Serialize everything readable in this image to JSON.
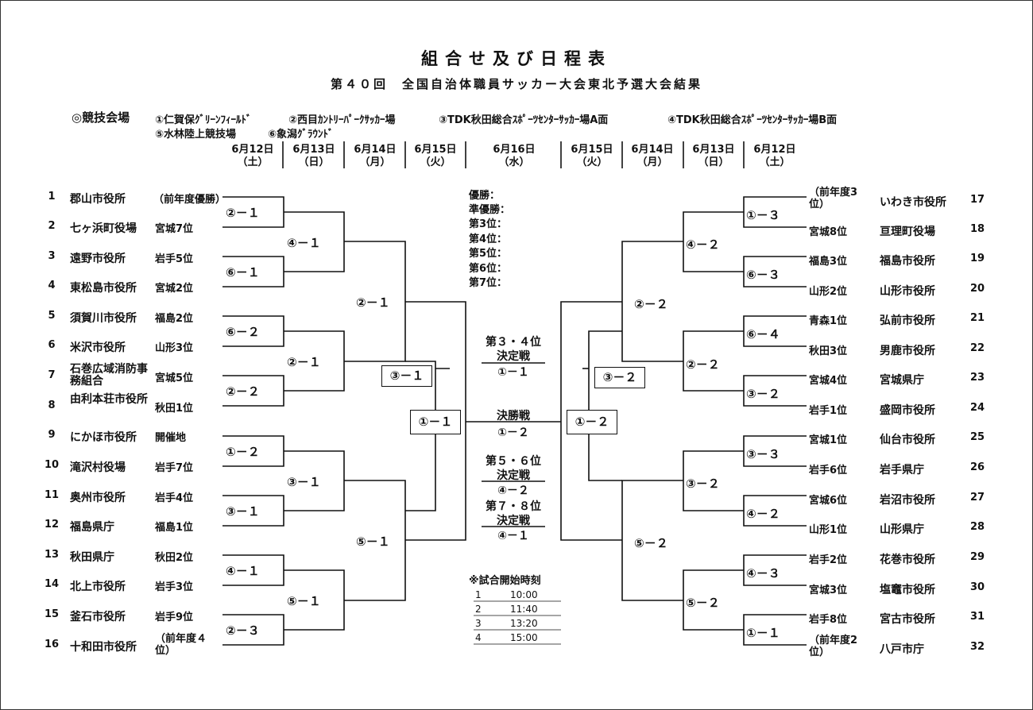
{
  "title": "組合せ及び日程表",
  "subtitle": "第４０回　全国自治体職員サッカー大会東北予選大会結果",
  "venues": {
    "label": "◎競技会場",
    "items": [
      "①仁賀保ｸﾞﾘｰﾝﾌｨｰﾙﾄﾞ",
      "②西目ｶﾝﾄﾘｰﾊﾟｰｸｻｯｶｰ場",
      "③TDK秋田総合ｽﾎﾟｰﾂｾﾝﾀｰｻｯｶｰ場A面",
      "④TDK秋田総合ｽﾎﾟｰﾂｾﾝﾀｰｻｯｶｰ場B面",
      "⑤水林陸上競技場",
      "⑥象潟ｸﾞﾗｳﾝﾄﾞ"
    ]
  },
  "days": [
    {
      "date": "6月12日",
      "dow": "（土）"
    },
    {
      "date": "6月13日",
      "dow": "（日）"
    },
    {
      "date": "6月14日",
      "dow": "（月）"
    },
    {
      "date": "6月15日",
      "dow": "（火）"
    },
    {
      "date": "6月16日",
      "dow": "（水）"
    },
    {
      "date": "6月15日",
      "dow": "（火）"
    },
    {
      "date": "6月14日",
      "dow": "（月）"
    },
    {
      "date": "6月13日",
      "dow": "（日）"
    },
    {
      "date": "6月12日",
      "dow": "（土）"
    }
  ],
  "left_teams": [
    {
      "num": "1",
      "team": "郡山市役所",
      "seed": "（前年度優勝）"
    },
    {
      "num": "2",
      "team": "七ヶ浜町役場",
      "seed": "宮城7位"
    },
    {
      "num": "3",
      "team": "遠野市役所",
      "seed": "岩手5位"
    },
    {
      "num": "4",
      "team": "東松島市役所",
      "seed": "宮城2位"
    },
    {
      "num": "5",
      "team": "須賀川市役所",
      "seed": "福島2位"
    },
    {
      "num": "6",
      "team": "米沢市役所",
      "seed": "山形3位"
    },
    {
      "num": "7",
      "team": "石巻広域消防事務組合",
      "seed": "宮城5位"
    },
    {
      "num": "8",
      "team": "由利本荘市役所",
      "seed": "秋田1位"
    },
    {
      "num": "9",
      "team": "にかほ市役所",
      "seed": "開催地"
    },
    {
      "num": "10",
      "team": "滝沢村役場",
      "seed": "岩手7位"
    },
    {
      "num": "11",
      "team": "奥州市役所",
      "seed": "岩手4位"
    },
    {
      "num": "12",
      "team": "福島県庁",
      "seed": "福島1位"
    },
    {
      "num": "13",
      "team": "秋田県庁",
      "seed": "秋田2位"
    },
    {
      "num": "14",
      "team": "北上市役所",
      "seed": "岩手3位"
    },
    {
      "num": "15",
      "team": "釜石市役所",
      "seed": "岩手9位"
    },
    {
      "num": "16",
      "team": "十和田市役所",
      "seed": "（前年度４位）"
    }
  ],
  "right_teams": [
    {
      "num": "17",
      "team": "いわき市役所",
      "seed": "（前年度3位）"
    },
    {
      "num": "18",
      "team": "亘理町役場",
      "seed": "宮城8位"
    },
    {
      "num": "19",
      "team": "福島市役所",
      "seed": "福島3位"
    },
    {
      "num": "20",
      "team": "山形市役所",
      "seed": "山形2位"
    },
    {
      "num": "21",
      "team": "弘前市役所",
      "seed": "青森1位"
    },
    {
      "num": "22",
      "team": "男鹿市役所",
      "seed": "秋田3位"
    },
    {
      "num": "23",
      "team": "宮城県庁",
      "seed": "宮城4位"
    },
    {
      "num": "24",
      "team": "盛岡市役所",
      "seed": "岩手1位"
    },
    {
      "num": "25",
      "team": "仙台市役所",
      "seed": "宮城1位"
    },
    {
      "num": "26",
      "team": "岩手県庁",
      "seed": "岩手6位"
    },
    {
      "num": "27",
      "team": "岩沼市役所",
      "seed": "宮城6位"
    },
    {
      "num": "28",
      "team": "山形県庁",
      "seed": "山形1位"
    },
    {
      "num": "29",
      "team": "花巻市役所",
      "seed": "岩手2位"
    },
    {
      "num": "30",
      "team": "塩竈市役所",
      "seed": "宮城3位"
    },
    {
      "num": "31",
      "team": "宮古市役所",
      "seed": "岩手8位"
    },
    {
      "num": "32",
      "team": "八戸市庁",
      "seed": "（前年度2位）"
    }
  ],
  "left_matches": {
    "r1": [
      "②－１",
      "⑥－１",
      "⑥－２",
      "②－２",
      "①－２",
      "③－１",
      "④－１",
      "②－３"
    ],
    "r2": [
      "④－１",
      "②－１",
      "③－１",
      "⑤－１"
    ],
    "r3": [
      "②－１",
      "⑤－１"
    ],
    "sf": "③－１",
    "final_side": "①－１"
  },
  "right_matches": {
    "r1": [
      "①－３",
      "⑥－３",
      "⑥－４",
      "③－２",
      "③－３",
      "④－２",
      "④－３",
      "①－１"
    ],
    "r2": [
      "④－２",
      "②－２",
      "③－２",
      "⑤－２"
    ],
    "r3": [
      "②－２",
      "⑤－２"
    ],
    "sf": "③－２",
    "final_side": "①－２"
  },
  "ranks": [
    "優勝：",
    "準優勝：",
    "第3位：",
    "第4位：",
    "第5位：",
    "第6位：",
    "第7位："
  ],
  "center_matches": [
    {
      "title1": "第３・４位",
      "title2": "決定戦",
      "code": "①－１"
    },
    {
      "title1": "決勝戦",
      "title2": "",
      "code": "①－２"
    },
    {
      "title1": "第５・６位",
      "title2": "決定戦",
      "code": "④－２"
    },
    {
      "title1": "第７・８位",
      "title2": "決定戦",
      "code": "④－１"
    }
  ],
  "kickoff": {
    "label": "※試合開始時刻",
    "rows": [
      {
        "no": "1",
        "time": "10:00"
      },
      {
        "no": "2",
        "time": "11:40"
      },
      {
        "no": "3",
        "time": "13:20"
      },
      {
        "no": "4",
        "time": "15:00"
      }
    ]
  }
}
